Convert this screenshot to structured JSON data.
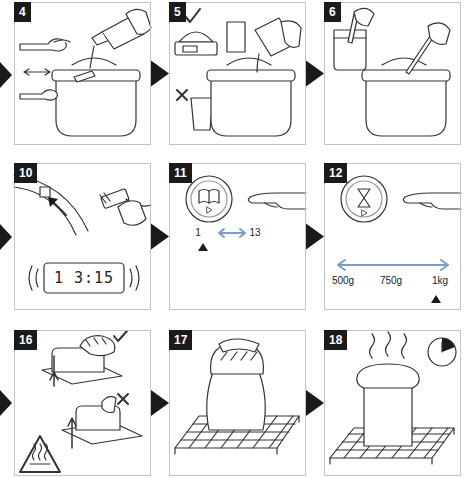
{
  "diagram": {
    "nodes": [
      {
        "text": [
          "4"
        ]
      },
      {
        "text": [
          "5"
        ]
      },
      {
        "text": [
          "6"
        ]
      },
      {
        "text": [
          "10"
        ]
      },
      {
        "text": [
          "11"
        ]
      },
      {
        "text": [
          "12"
        ]
      },
      {
        "text": [
          "16"
        ]
      },
      {
        "text": [
          "17"
        ]
      },
      {
        "text": [
          "18"
        ]
      }
    ],
    "edges": [
      {
        "from": 0,
        "to": 1,
        "arrow": "to"
      },
      {
        "from": 1,
        "to": 2,
        "arrow": "to"
      },
      {
        "from": 3,
        "to": 4,
        "arrow": "to"
      },
      {
        "from": 4,
        "to": 5,
        "arrow": "to"
      },
      {
        "from": 6,
        "to": 7,
        "arrow": "to"
      },
      {
        "from": 7,
        "to": 8,
        "arrow": "to"
      }
    ],
    "labels": [
      "1 3:15",
      "1",
      "13",
      "500g",
      "750g",
      "1kg"
    ]
  }
}
